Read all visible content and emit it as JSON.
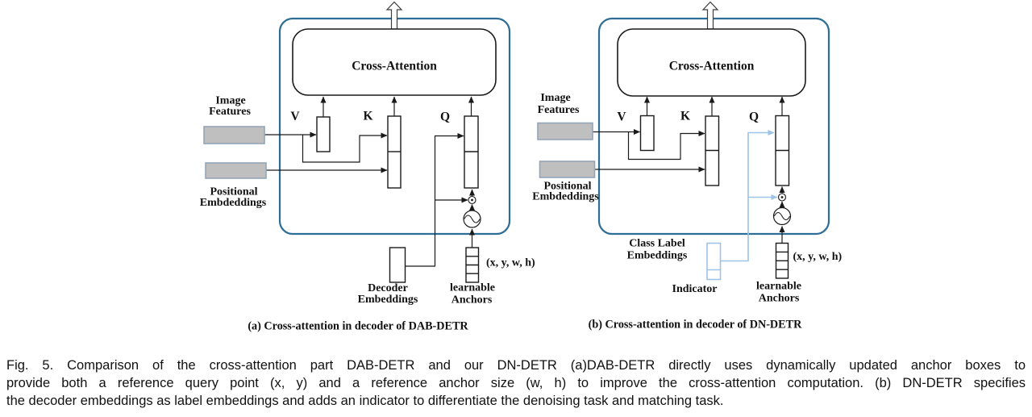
{
  "colors": {
    "box_border": "#2e6d95",
    "highlight_blue": "#9dc3e6",
    "gray_fill": "#bfbfbf",
    "line_black": "#1a1a1a"
  },
  "diagram_a": {
    "cross_attention": "Cross-Attention",
    "v": "V",
    "k": "K",
    "q": "Q",
    "image_features_1": "Image",
    "image_features_2": "Features",
    "positional_1": "Positional",
    "positional_2": "Embdeddings",
    "decoder_1": "Decoder",
    "decoder_2": "Embeddings",
    "anchors_1": "learnable",
    "anchors_2": "Anchors",
    "xywh": "(x, y, w, h)",
    "caption": "(a) Cross-attention in decoder of DAB-DETR"
  },
  "diagram_b": {
    "cross_attention": "Cross-Attention",
    "v": "V",
    "k": "K",
    "q": "Q",
    "image_features_1": "Image",
    "image_features_2": "Features",
    "positional_1": "Positional",
    "positional_2": "Embdeddings",
    "class_label_1": "Class Label",
    "class_label_2": "Embeddings",
    "indicator": "Indicator",
    "anchors_1": "learnable",
    "anchors_2": "Anchors",
    "xywh": "(x, y, w, h)",
    "caption": "(b) Cross-attention in decoder of DN-DETR"
  },
  "caption": {
    "line1": "Fig. 5. Comparison of the cross-attention part DAB-DETR and our DN-DETR (a)DAB-DETR directly uses dynamically updated anchor boxes to",
    "line2": "provide both a reference query point (x, y) and a reference anchor size (w, h) to improve the cross-attention computation. (b) DN-DETR specifies",
    "line3": "the decoder embeddings as label embeddings and adds an indicator to differentiate the denoising task and matching task."
  }
}
